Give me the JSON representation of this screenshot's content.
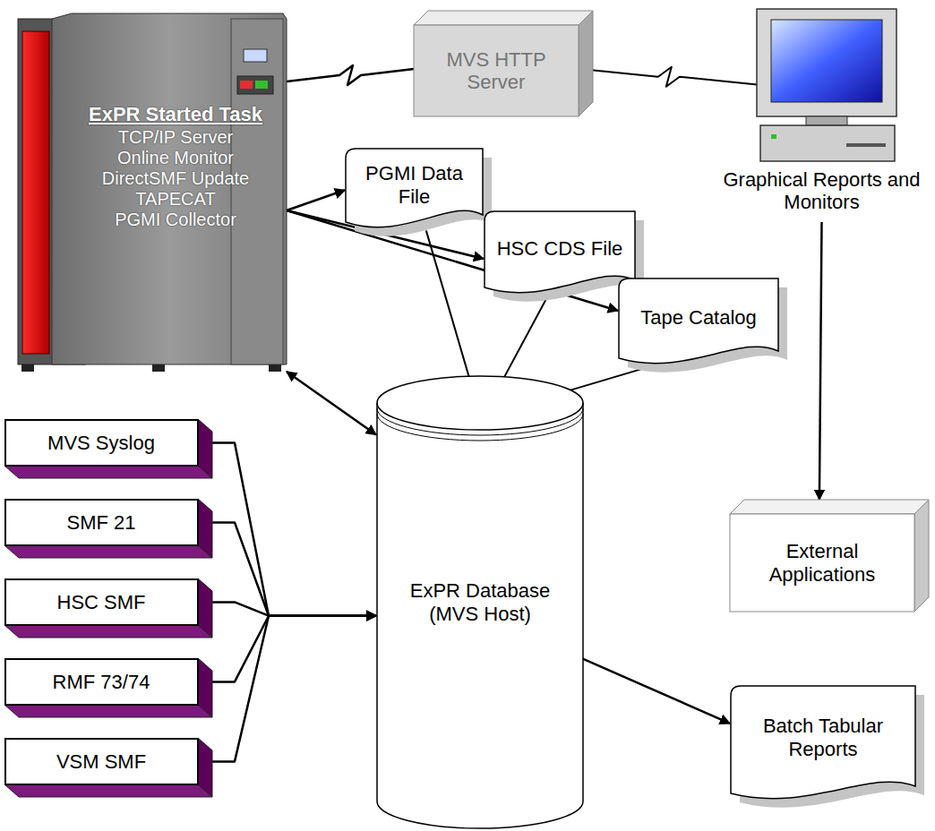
{
  "diagram": {
    "nodes": [
      {
        "text": [
          "ExPR Started Task",
          "TCP/IP Server",
          "Online Monitor",
          "DirectSMF Update",
          "TAPECAT",
          "PGMI Collector"
        ]
      },
      {
        "text": [
          "MVS HTTP Server"
        ]
      },
      {
        "text": [
          "Graphical Reports and Monitors"
        ]
      },
      {
        "text": [
          "PGMI Data File"
        ]
      },
      {
        "text": [
          "HSC CDS File"
        ]
      },
      {
        "text": [
          "Tape Catalog"
        ]
      },
      {
        "text": [
          "MVS Syslog"
        ]
      },
      {
        "text": [
          "SMF 21"
        ]
      },
      {
        "text": [
          "HSC SMF"
        ]
      },
      {
        "text": [
          "RMF 73/74"
        ]
      },
      {
        "text": [
          "VSM SMF"
        ]
      },
      {
        "text": [
          "ExPR Database (MVS Host)"
        ]
      },
      {
        "text": [
          "External Applications"
        ]
      },
      {
        "text": [
          "Batch Tabular Reports"
        ]
      }
    ],
    "edges": [
      {
        "from": 0,
        "to": 1,
        "arrow": "none"
      },
      {
        "from": 1,
        "to": 2,
        "arrow": "none"
      },
      {
        "from": 0,
        "to": 3,
        "arrow": "to"
      },
      {
        "from": 0,
        "to": 4,
        "arrow": "to"
      },
      {
        "from": 0,
        "to": 5,
        "arrow": "to"
      },
      {
        "from": 3,
        "to": 11,
        "arrow": "to"
      },
      {
        "from": 4,
        "to": 11,
        "arrow": "to"
      },
      {
        "from": 5,
        "to": 11,
        "arrow": "to"
      },
      {
        "from": 0,
        "to": 11,
        "arrow": "both"
      },
      {
        "from": 6,
        "to": 11,
        "arrow": "to"
      },
      {
        "from": 7,
        "to": 11,
        "arrow": "to"
      },
      {
        "from": 8,
        "to": 11,
        "arrow": "to"
      },
      {
        "from": 9,
        "to": 11,
        "arrow": "to"
      },
      {
        "from": 10,
        "to": 11,
        "arrow": "to"
      },
      {
        "from": 2,
        "to": 12,
        "arrow": "to"
      },
      {
        "from": 11,
        "to": 13,
        "arrow": "to"
      }
    ]
  }
}
